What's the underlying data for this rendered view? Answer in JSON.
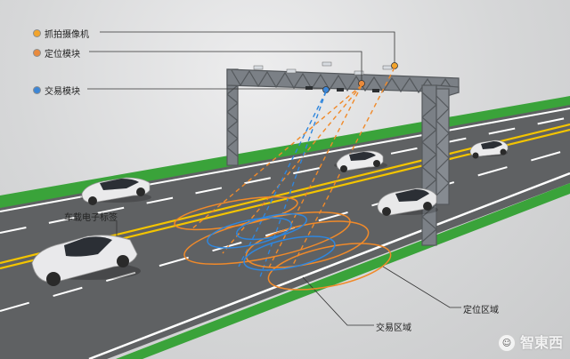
{
  "legend": [
    {
      "id": "camera",
      "label": "抓拍摄像机",
      "color": "#f2a42d"
    },
    {
      "id": "positioning",
      "label": "定位模块",
      "color": "#e88a3d"
    },
    {
      "id": "transaction",
      "label": "交易模块",
      "color": "#3d86d6"
    }
  ],
  "labels": {
    "vehicle_tag": "车载电子标签",
    "positioning_zone": "定位区域",
    "transaction_zone": "交易区域"
  },
  "watermark": {
    "text": "智東西",
    "icon": "smile-icon"
  },
  "colors": {
    "zone_orange": "#f08a2a",
    "zone_blue": "#2f86dd",
    "lane_yellow": "#f3c400",
    "lane_white": "#ffffff",
    "grass": "#3aa33a"
  }
}
